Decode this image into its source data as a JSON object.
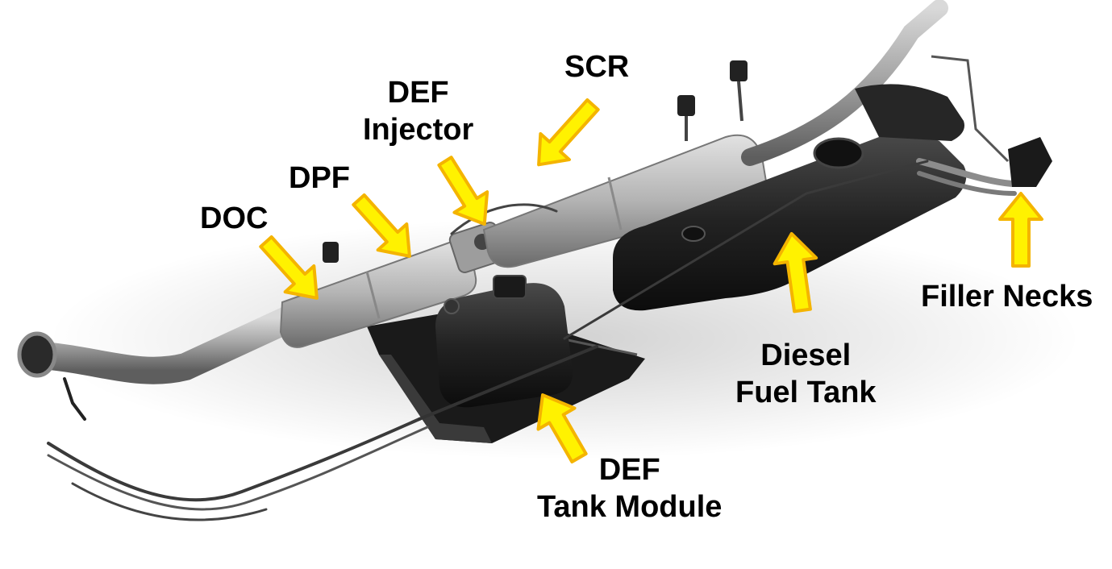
{
  "labels": {
    "scr": "SCR",
    "def_injector_1": "DEF",
    "def_injector_2": "Injector",
    "dpf": "DPF",
    "doc": "DOC",
    "filler_necks": "Filler Necks",
    "diesel_1": "Diesel",
    "diesel_2": "Fuel Tank",
    "def_tank_1": "DEF",
    "def_tank_2": "Tank Module"
  },
  "colors": {
    "arrow_fill": "#FFF200",
    "arrow_outline": "#F4B400",
    "pipe": "#9a9a9a",
    "tank": "#1c1c1c",
    "label": "#000000"
  }
}
